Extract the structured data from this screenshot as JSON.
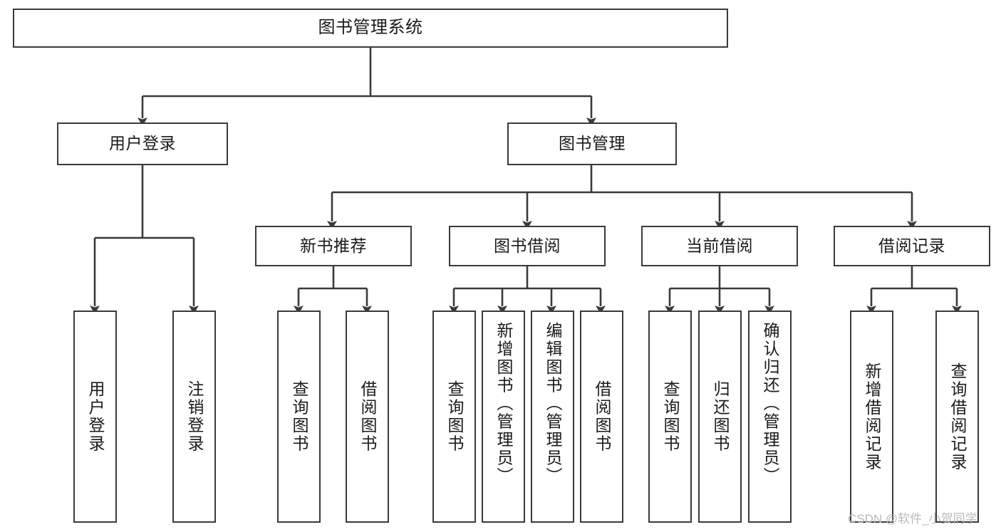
{
  "diagram": {
    "title": "图书管理系统",
    "type": "功能结构图",
    "colors": {
      "box_border": "#3a3a3a",
      "box_fill": "#ffffff",
      "edge": "#3a3a3a",
      "text": "#1a1a1a",
      "watermark": "#b9b9b9",
      "background": "#ffffff"
    },
    "root": {
      "label": "图书管理系统",
      "children": [
        {
          "label": "用户登录",
          "children": [
            {
              "label": "用户登录"
            },
            {
              "label": "注销登录"
            }
          ]
        },
        {
          "label": "图书管理",
          "children": [
            {
              "label": "新书推荐",
              "children": [
                {
                  "label": "查询图书"
                },
                {
                  "label": "借阅图书"
                }
              ]
            },
            {
              "label": "图书借阅",
              "children": [
                {
                  "label": "查询图书"
                },
                {
                  "label": "新增图书（管理员）"
                },
                {
                  "label": "编辑图书（管理员）"
                },
                {
                  "label": "借阅图书"
                }
              ]
            },
            {
              "label": "当前借阅",
              "children": [
                {
                  "label": "查询图书"
                },
                {
                  "label": "归还图书"
                },
                {
                  "label": "确认归还（管理员）"
                }
              ]
            },
            {
              "label": "借阅记录",
              "children": [
                {
                  "label": "新增借阅记录"
                },
                {
                  "label": "查询借阅记录"
                }
              ]
            }
          ]
        }
      ]
    },
    "nodes": {
      "root": "图书管理系统",
      "l2_user_login": "用户登录",
      "l2_book_mgmt": "图书管理",
      "l3_new_book": "新书推荐",
      "l3_borrow": "图书借阅",
      "l3_current": "当前借阅",
      "l3_record": "借阅记录",
      "leaf_user_login": "用户登录",
      "leaf_logout": "注销登录",
      "leaf_nb_query": "查询图书",
      "leaf_nb_borrow": "借阅图书",
      "leaf_bb_query": "查询图书",
      "leaf_bb_add": "新增图书（管理员）",
      "leaf_bb_edit": "编辑图书（管理员）",
      "leaf_bb_borrow": "借阅图书",
      "leaf_cb_query": "查询图书",
      "leaf_cb_return": "归还图书",
      "leaf_cb_confirm": "确认归还（管理员）",
      "leaf_rec_add": "新增借阅记录",
      "leaf_rec_query": "查询借阅记录"
    },
    "watermark": "CSDN @软件_小贺同学"
  }
}
